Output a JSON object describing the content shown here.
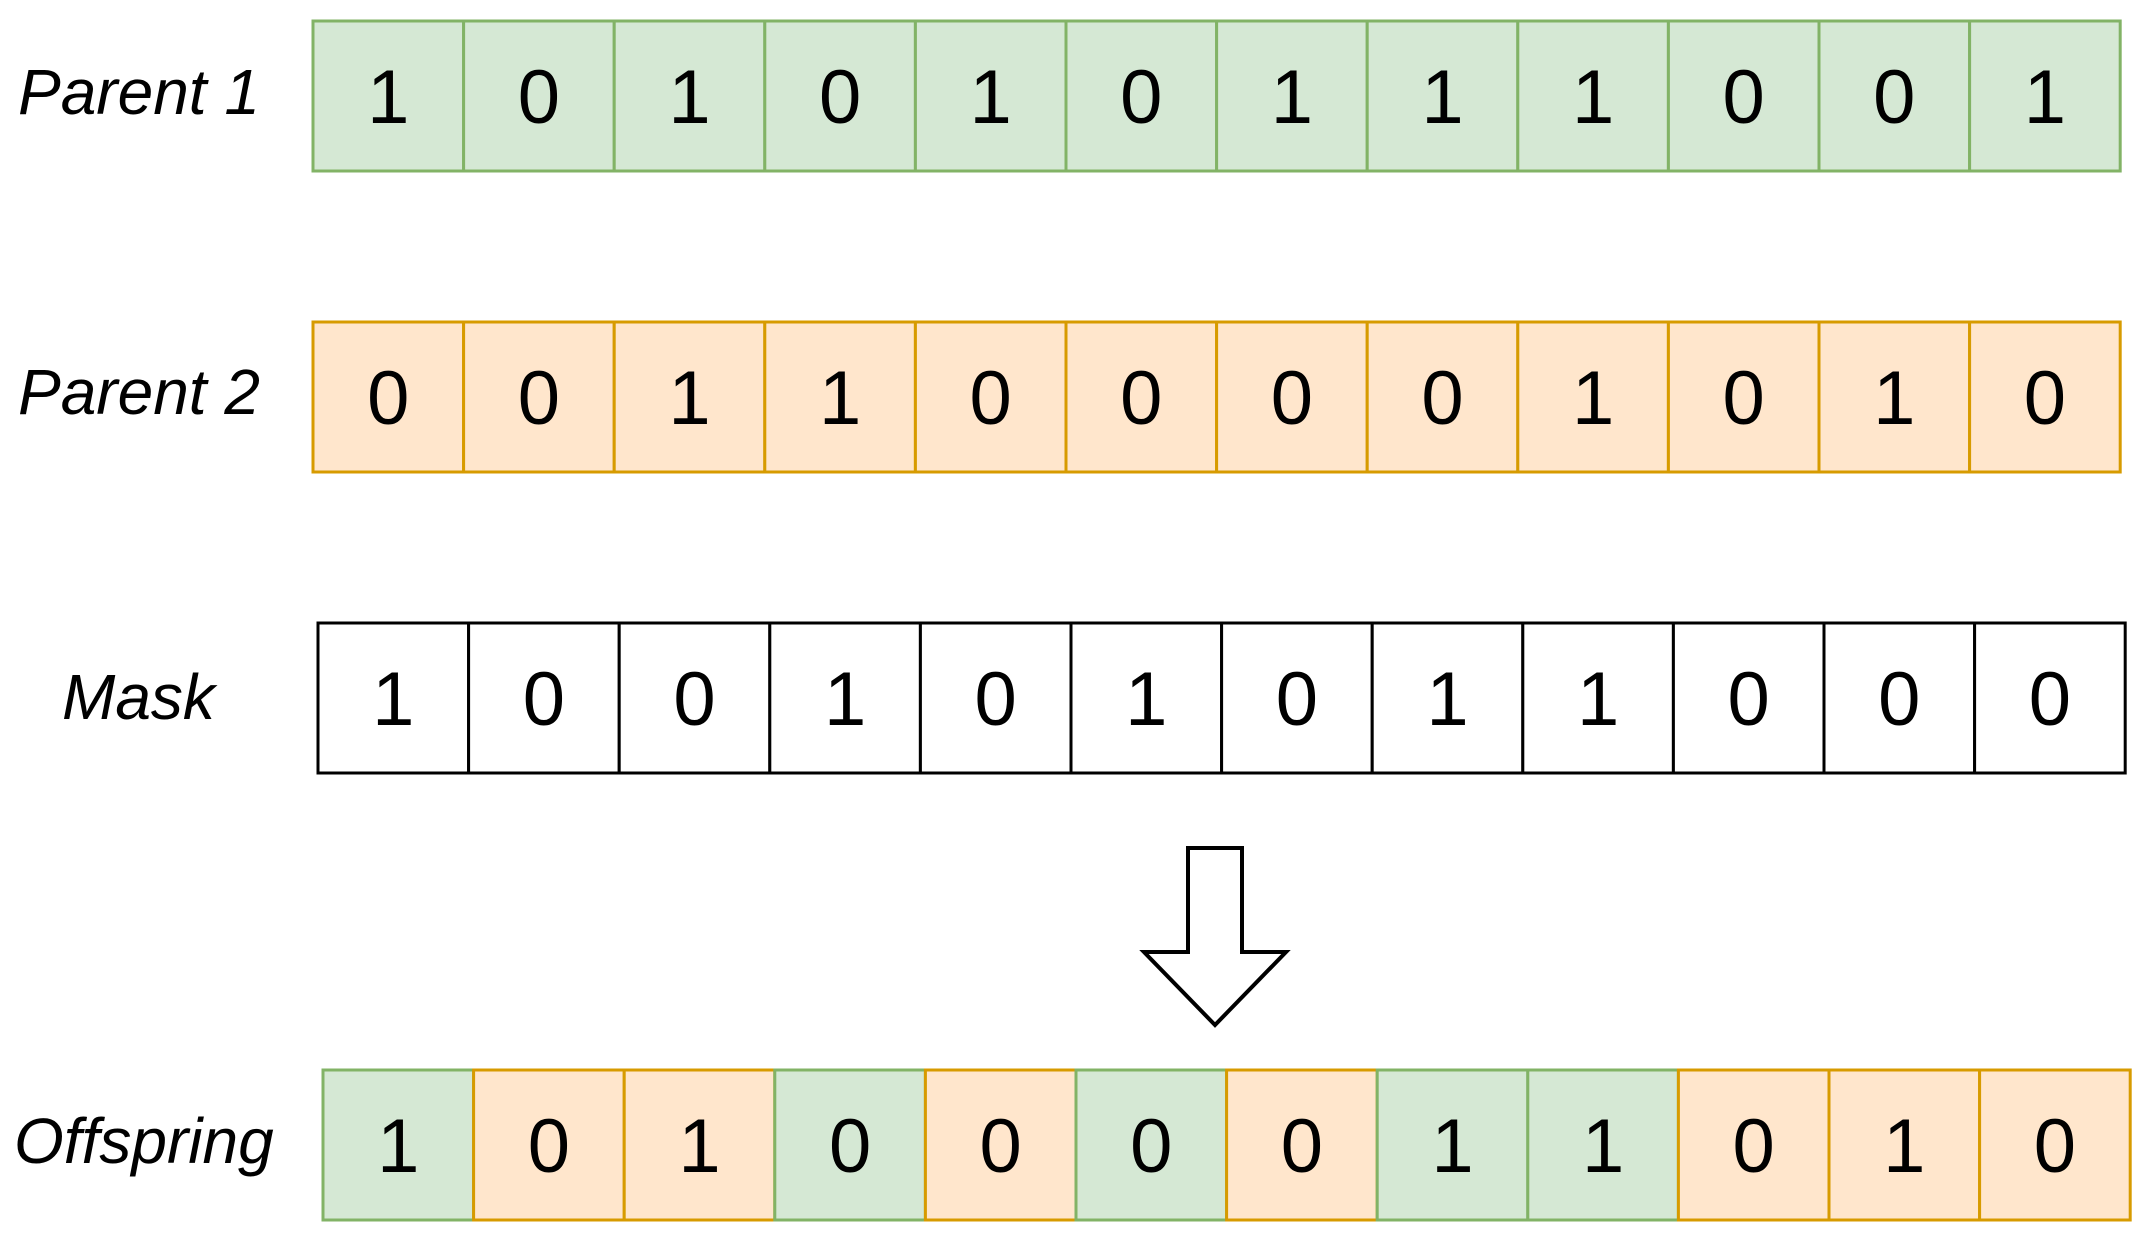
{
  "colors": {
    "parent1_fill": "#d5e8d4",
    "parent1_stroke": "#82b366",
    "parent2_fill": "#ffe6cc",
    "parent2_stroke": "#d79b00",
    "mask_fill": "#ffffff",
    "mask_stroke": "#000000"
  },
  "rows": [
    {
      "key": "parent1",
      "label": "Parent 1",
      "bits": [
        "1",
        "0",
        "1",
        "0",
        "1",
        "0",
        "1",
        "1",
        "1",
        "0",
        "0",
        "1"
      ],
      "sources": [
        "p1",
        "p1",
        "p1",
        "p1",
        "p1",
        "p1",
        "p1",
        "p1",
        "p1",
        "p1",
        "p1",
        "p1"
      ]
    },
    {
      "key": "parent2",
      "label": "Parent 2",
      "bits": [
        "0",
        "0",
        "1",
        "1",
        "0",
        "0",
        "0",
        "0",
        "1",
        "0",
        "1",
        "0"
      ],
      "sources": [
        "p2",
        "p2",
        "p2",
        "p2",
        "p2",
        "p2",
        "p2",
        "p2",
        "p2",
        "p2",
        "p2",
        "p2"
      ]
    },
    {
      "key": "mask",
      "label": "Mask",
      "bits": [
        "1",
        "0",
        "0",
        "1",
        "0",
        "1",
        "0",
        "1",
        "1",
        "0",
        "0",
        "0"
      ],
      "sources": [
        "mask",
        "mask",
        "mask",
        "mask",
        "mask",
        "mask",
        "mask",
        "mask",
        "mask",
        "mask",
        "mask",
        "mask"
      ]
    },
    {
      "key": "offspring",
      "label": "Offspring",
      "bits": [
        "1",
        "0",
        "1",
        "0",
        "0",
        "0",
        "0",
        "1",
        "1",
        "0",
        "1",
        "0"
      ],
      "sources": [
        "p1",
        "p2",
        "p2",
        "p1",
        "p2",
        "p1",
        "p2",
        "p1",
        "p1",
        "p2",
        "p2",
        "p2"
      ]
    }
  ],
  "arrow_icon": "down-arrow-icon"
}
